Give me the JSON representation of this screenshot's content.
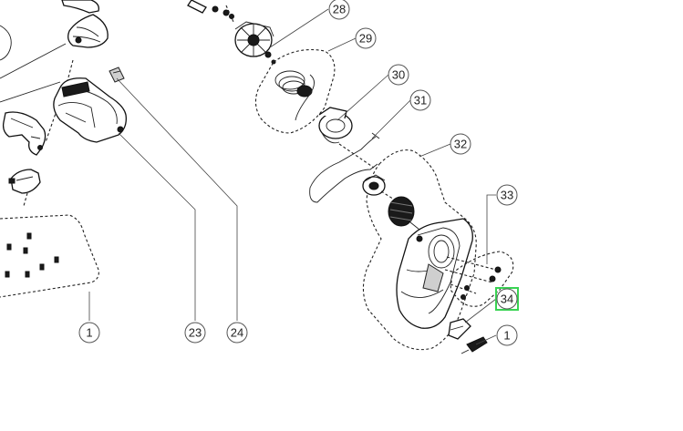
{
  "diagram": {
    "callouts": [
      {
        "id": "c28",
        "label": "28"
      },
      {
        "id": "c29",
        "label": "29"
      },
      {
        "id": "c30",
        "label": "30"
      },
      {
        "id": "c31",
        "label": "31"
      },
      {
        "id": "c32",
        "label": "32"
      },
      {
        "id": "c33",
        "label": "33"
      },
      {
        "id": "c34",
        "label": "34",
        "highlighted": true
      },
      {
        "id": "c1a",
        "label": "1"
      },
      {
        "id": "c23",
        "label": "23"
      },
      {
        "id": "c24",
        "label": "24"
      },
      {
        "id": "c1b",
        "label": "1"
      }
    ],
    "highlight_color": "#39d353"
  }
}
